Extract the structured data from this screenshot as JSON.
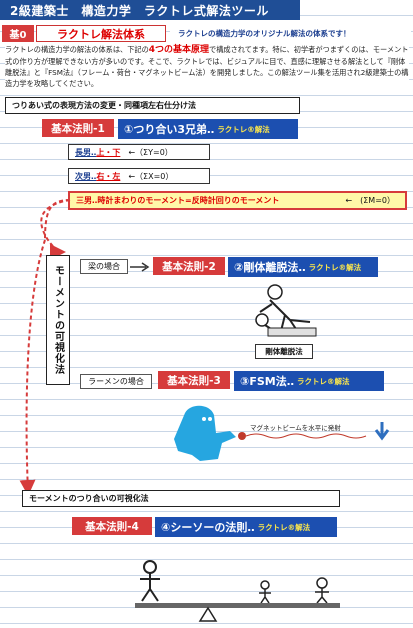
{
  "header": {
    "title": "2級建築士　構造力学　ラクトレ式解法ツール",
    "badge": "基0",
    "system_name": "ラクトレ解法体系",
    "tagline": "ラクトレの構造力学のオリジナル解法の体系です！"
  },
  "intro": {
    "line1_a": "ラクトレの構造力学の解法の体系は、下記の",
    "line1_highlight": "4つの基本原理",
    "line1_b": "で構成されてます。特に、初学者がつまずくのは、モーメント式の作り方が理解できない方が多いのです。そこで、ラクトレでは、ビジュアルに目で、直感に理解させる解法として『剛体離脱法』と『FSM法』（フレーム・荷台・マグネットビーム法）を開発しました。この解法ツール集を活用され2級建築士の構造力学を攻略してください。"
  },
  "section_header": "つりあい式の表現方法の変更・同種項左右仕分け法",
  "law1": {
    "label": "基本法則-1",
    "name": "①つり合い3兄弟‥",
    "suffix": "ラクトレ®解法"
  },
  "rules": [
    {
      "role": "長男‥",
      "dir": "上・下",
      "eq": "←（ΣY=0）"
    },
    {
      "role": "次男‥",
      "dir": "右・左",
      "eq": "←（ΣX=0）"
    }
  ],
  "rule3": {
    "text": "三男‥時計まわりのモーメント=反時計回りのモーメント",
    "eq": "←　(ΣM=0）"
  },
  "vertical_label": "モーメントの可視化法",
  "beam_case": "梁の場合",
  "law2": {
    "label": "基本法則-2",
    "name": "②剛体離脱法‥",
    "suffix": "ラクトレ®解法"
  },
  "rigid_caption": "剛体離脱法",
  "ramen_case": "ラーメンの場合",
  "law3": {
    "label": "基本法則-3",
    "name": "③FSM法‥",
    "suffix": "ラクトレ®解法"
  },
  "magnet_text": "マグネットビームを水平に発射",
  "moment_section": "モーメントのつり合いの可視化法",
  "law4": {
    "label": "基本法則-4",
    "name": "④シーソーの法則‥",
    "suffix": "ラクトレ®解法"
  },
  "colors": {
    "title_blue": "#1f4e96",
    "law_red": "#d63b3b",
    "law_blue": "#1c4fb0",
    "accent_yellow": "#ffe94a",
    "highlight_yellow": "#fff8a8"
  }
}
